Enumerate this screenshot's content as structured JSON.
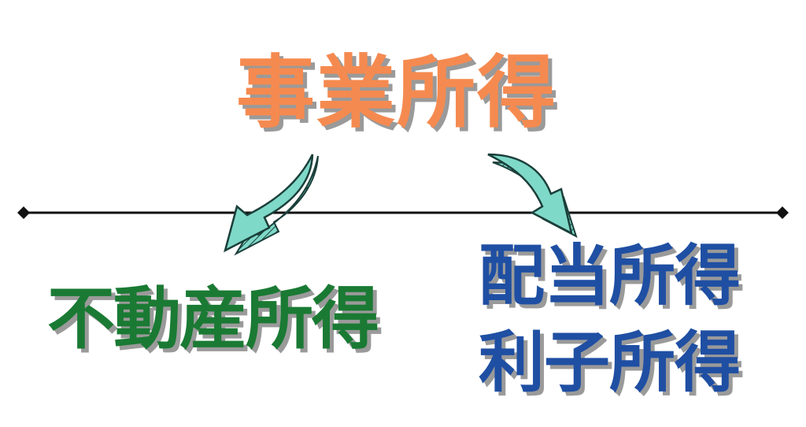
{
  "title": {
    "text": "事業所得",
    "color": "#f58a50"
  },
  "left_label": {
    "text": "不動産所得",
    "color": "#1a7a33"
  },
  "right_labels": {
    "items": [
      {
        "text": "配当所得"
      },
      {
        "text": "利子所得"
      }
    ],
    "color": "#1f4fa3"
  },
  "arrow_color": "#7fd9c8",
  "line_color": "#111111"
}
